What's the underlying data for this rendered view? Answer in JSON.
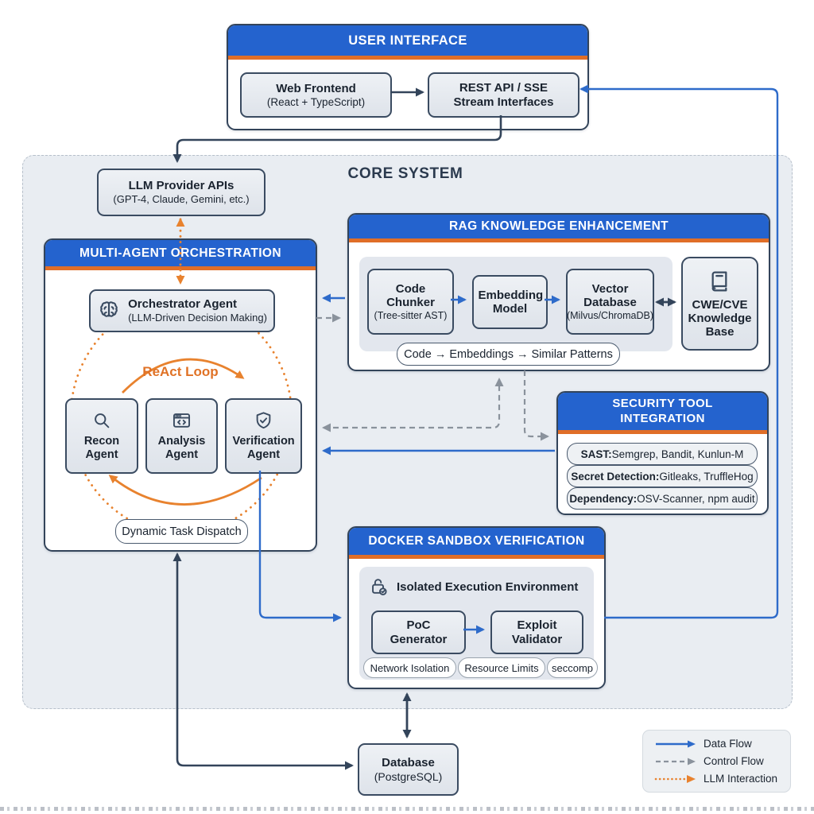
{
  "colors": {
    "header_blue": "#2463ce",
    "accent_orange": "#e06e27",
    "border_navy": "#33445a",
    "data_flow_blue": "#2e6bca",
    "control_flow_gray": "#8a929c",
    "llm_interaction_orange": "#e8822e",
    "core_bg": "#e9edf2"
  },
  "user_interface": {
    "title": "USER INTERFACE",
    "web_frontend": {
      "title": "Web Frontend",
      "subtitle": "(React + TypeScript)"
    },
    "rest_api": {
      "line1": "REST API / SSE",
      "line2": "Stream Interfaces"
    }
  },
  "core_system": {
    "label": "CORE SYSTEM"
  },
  "llm_provider": {
    "title": "LLM Provider APIs",
    "subtitle": "(GPT-4, Claude, Gemini, etc.)"
  },
  "multi_agent": {
    "title": "MULTI-AGENT ORCHESTRATION",
    "orchestrator": {
      "title": "Orchestrator Agent",
      "subtitle": "(LLM-Driven Decision Making)"
    },
    "react_loop_label": "ReAct Loop",
    "agents": [
      {
        "label": "Recon Agent",
        "icon": "magnifier-icon"
      },
      {
        "label": "Analysis Agent",
        "icon": "code-window-icon"
      },
      {
        "label": "Verification Agent",
        "icon": "shield-check-icon"
      }
    ],
    "dispatch_label": "Dynamic Task Dispatch"
  },
  "rag": {
    "title": "RAG KNOWLEDGE ENHANCEMENT",
    "code_chunker": {
      "title": "Code Chunker",
      "subtitle": "(Tree-sitter AST)"
    },
    "embedding_model": {
      "title": "Embedding Model"
    },
    "vector_database": {
      "title": "Vector Database",
      "subtitle": "(Milvus/ChromaDB)"
    },
    "flow_label": "Code → Embeddings → Similar Patterns"
  },
  "cwe": {
    "title": "CWE/CVE Knowledge Base"
  },
  "security": {
    "title_line1": "SECURITY TOOL",
    "title_line2": "INTEGRATION",
    "items": [
      {
        "prefix": "SAST:",
        "rest": " Semgrep, Bandit, Kunlun-M"
      },
      {
        "prefix": "Secret Detection:",
        "rest": " Gitleaks, TruffleHog"
      },
      {
        "prefix": "Dependency:",
        "rest": " OSV-Scanner, npm audit"
      }
    ]
  },
  "docker": {
    "title": "DOCKER SANDBOX VERIFICATION",
    "env_title": "Isolated Execution Environment",
    "poc_generator": "PoC Generator",
    "exploit_validator": "Exploit Validator",
    "pills": [
      "Network Isolation",
      "Resource Limits",
      "seccomp"
    ]
  },
  "database": {
    "title": "Database",
    "subtitle": "(PostgreSQL)"
  },
  "legend": {
    "items": [
      {
        "label": "Data Flow",
        "style": "solid-blue"
      },
      {
        "label": "Control Flow",
        "style": "dashed-gray"
      },
      {
        "label": "LLM Interaction",
        "style": "dotted-orange"
      }
    ]
  }
}
